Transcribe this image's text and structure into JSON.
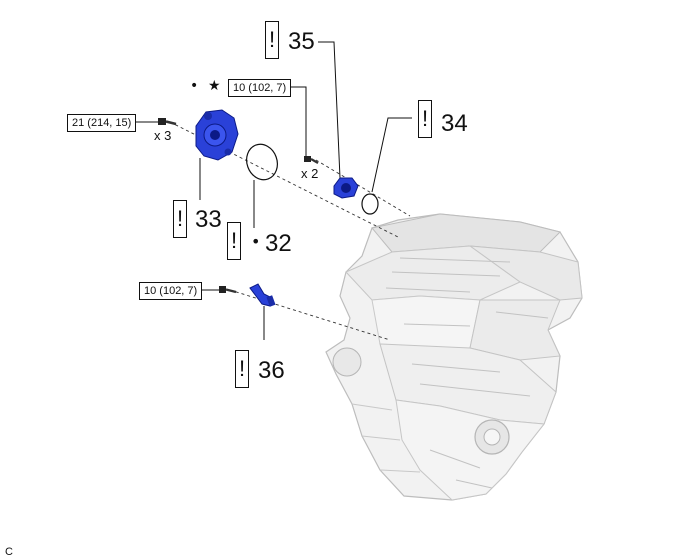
{
  "torque_specs": {
    "spec_21": "21 (214, 15)",
    "spec_10_upper": "10 (102, 7)",
    "spec_10_lower": "10 (102, 7)"
  },
  "quantities": {
    "x3": "x 3",
    "x2": "x 2"
  },
  "callouts": {
    "p32": "32",
    "p33": "33",
    "p34": "34",
    "p35": "35",
    "p36": "36"
  },
  "symbols": {
    "caution": "!",
    "dot": "•",
    "star": "★"
  },
  "corner_code": "C",
  "colors": {
    "part_blue": "#2a41d8",
    "part_dark": "#0c1a86",
    "engine_light": "#efefef",
    "engine_edge": "#bdbdbd",
    "line": "#111111"
  }
}
